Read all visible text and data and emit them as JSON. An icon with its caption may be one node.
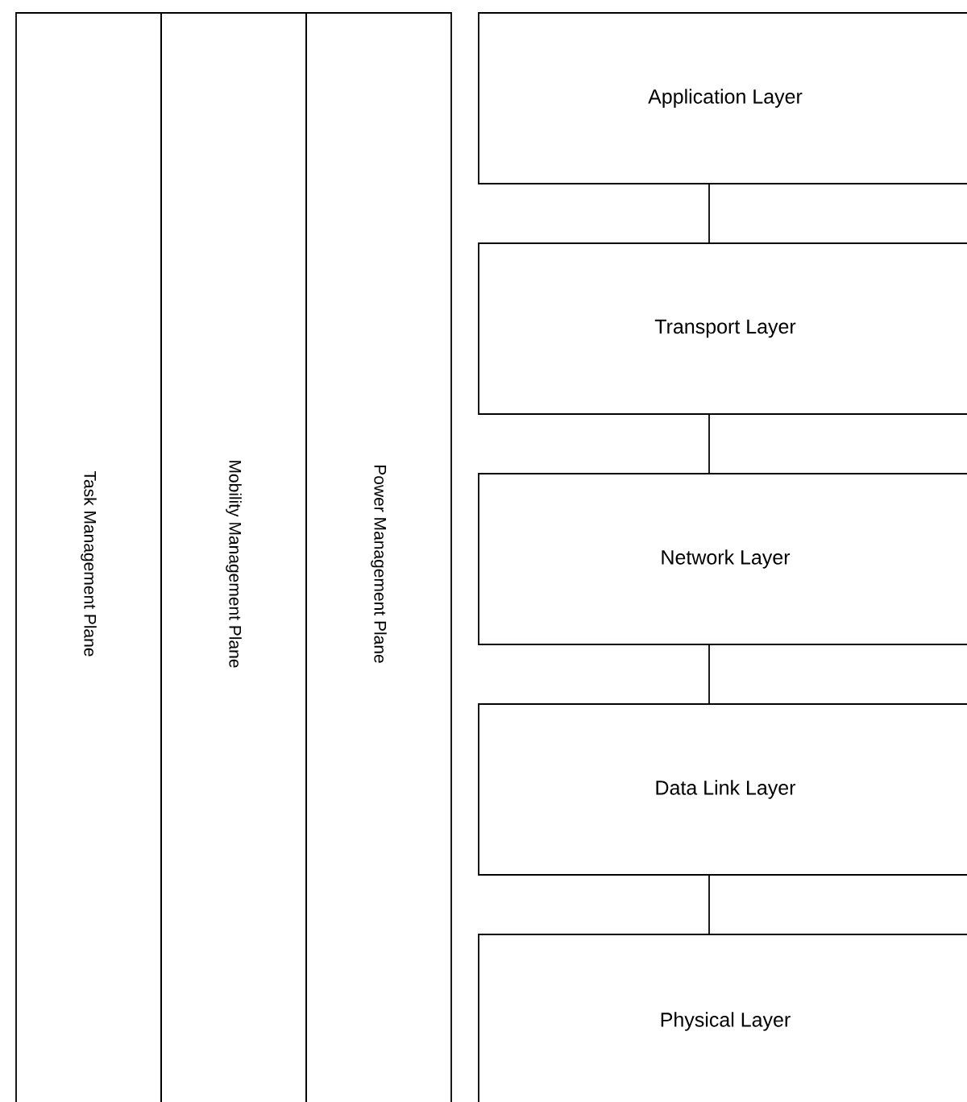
{
  "diagram": {
    "nodes": [
      {
        "text": [
          "Task Management Plane"
        ]
      },
      {
        "text": [
          "Mobility Management Plane"
        ]
      },
      {
        "text": [
          "Power Management Plane"
        ]
      },
      {
        "text": [
          "Application Layer"
        ]
      },
      {
        "text": [
          "Transport Layer"
        ]
      },
      {
        "text": [
          "Network Layer"
        ]
      },
      {
        "text": [
          "Data Link Layer"
        ]
      },
      {
        "text": [
          "Physical Layer"
        ]
      }
    ],
    "edges": [
      {
        "from": 3,
        "to": 4,
        "arrow": "none"
      },
      {
        "from": 4,
        "to": 5,
        "arrow": "none"
      },
      {
        "from": 5,
        "to": 6,
        "arrow": "none"
      },
      {
        "from": 6,
        "to": 7,
        "arrow": "none"
      }
    ]
  }
}
